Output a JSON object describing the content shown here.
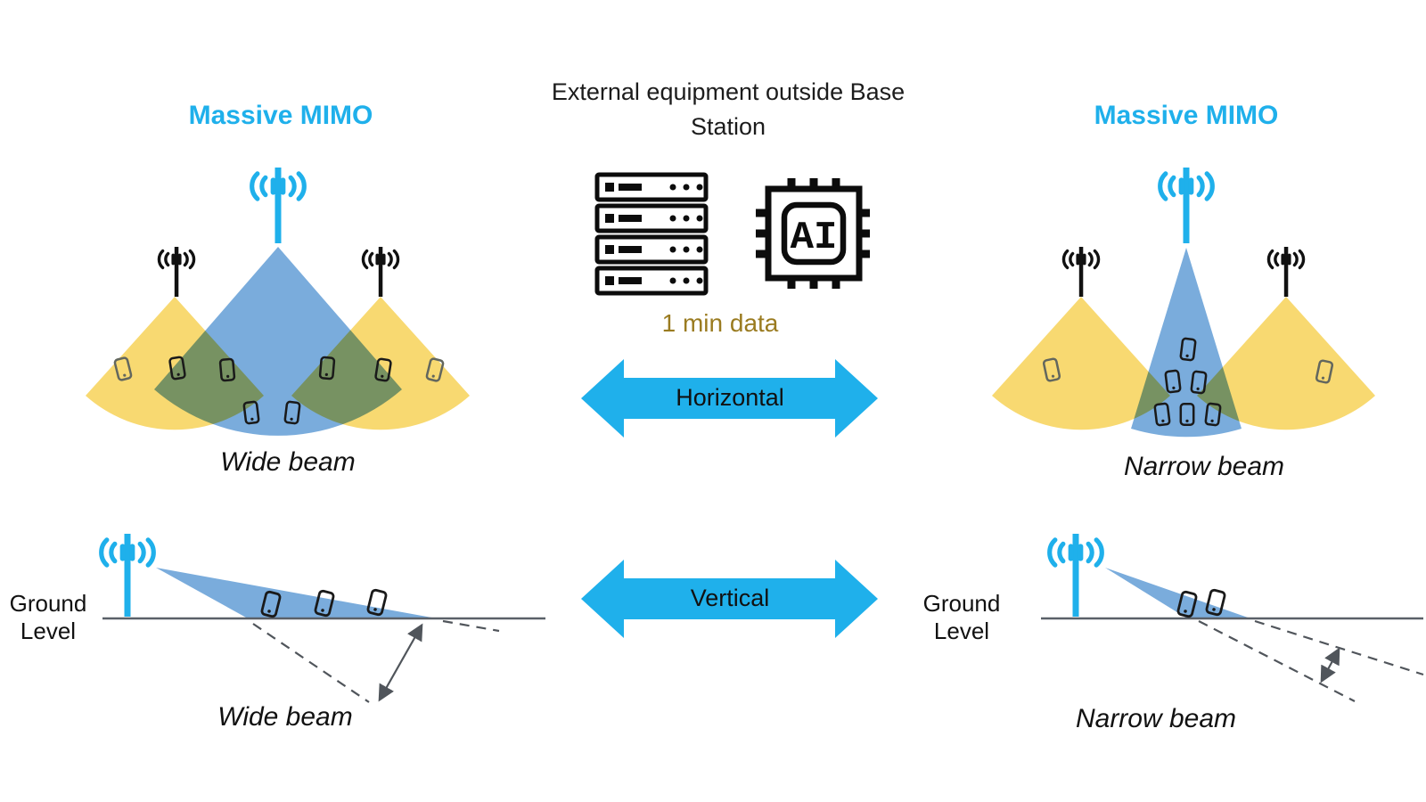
{
  "diagram": {
    "title_left": "Massive MIMO",
    "title_right": "Massive MIMO",
    "center_heading": "External equipment outside Base Station",
    "data_window_label": "1 min data",
    "horizontal_arrow_label": "Horizontal",
    "vertical_arrow_label": "Vertical",
    "chip_label": "AI",
    "caption_top_left": "Wide beam",
    "caption_top_right": "Narrow beam",
    "caption_bottom_left": "Wide beam",
    "caption_bottom_right": "Narrow beam",
    "ground_label_left": "Ground Level",
    "ground_label_right": "Ground Level"
  },
  "icons": {
    "antenna": "cell-tower-antenna-icon",
    "servers": "server-rack-icon",
    "chip": "ai-chip-icon",
    "phone": "mobile-phone-icon"
  },
  "colors": {
    "accent_cyan": "#1FB0EB",
    "beam_blue": "#7AACDC",
    "beam_yellow": "#F8D971",
    "overlap_green": "#7FA68D",
    "data_text_gold": "#9A7B20",
    "line_gray": "#5A6068",
    "text_black": "#111111"
  }
}
